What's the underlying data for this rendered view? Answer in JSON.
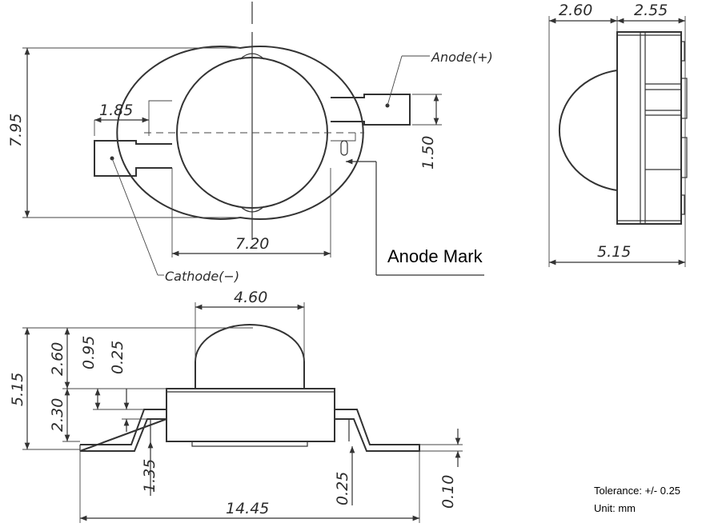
{
  "dimensions": {
    "top_height": "7.95",
    "top_lead_width": "1.85",
    "top_body_width": "7.20",
    "top_lead_pitch": "1.50",
    "side_lens_height": "2.60",
    "side_body_height": "2.55",
    "side_total_width": "5.15",
    "front_lens_width": "4.60",
    "front_total_height": "5.15",
    "front_lens_height": "2.60",
    "front_dim_095": "0.95",
    "front_dim_025_top": "0.25",
    "front_body_height": "2.30",
    "front_lead_height": "1.35",
    "front_total_length": "14.45",
    "front_dim_025_bottom": "0.25",
    "front_lead_thickness": "0.10"
  },
  "labels": {
    "anode": "Anode(+)",
    "cathode": "Cathode(−)",
    "anode_mark": "Anode Mark"
  },
  "notes": {
    "tolerance": "Tolerance: +/- 0.25",
    "unit": "Unit: mm"
  }
}
